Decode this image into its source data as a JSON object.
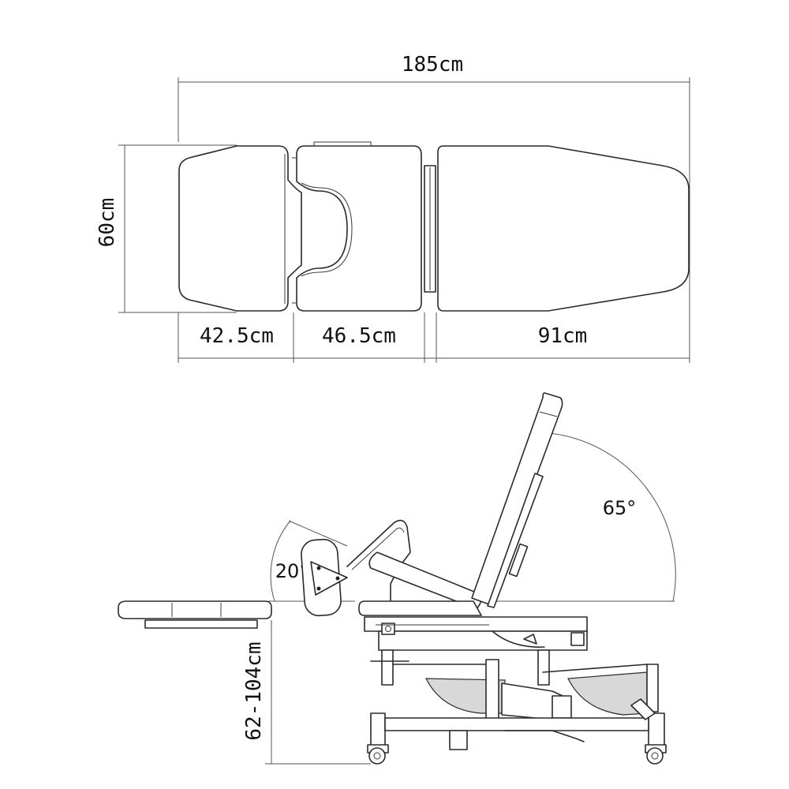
{
  "top_view": {
    "total_length": "185cm",
    "width": "60cm",
    "sections": [
      "42.5cm",
      "46.5cm",
      "91cm"
    ]
  },
  "side_view": {
    "height_range": "62-104cm",
    "backrest_angle": "65°",
    "leg_angle": "20°"
  }
}
